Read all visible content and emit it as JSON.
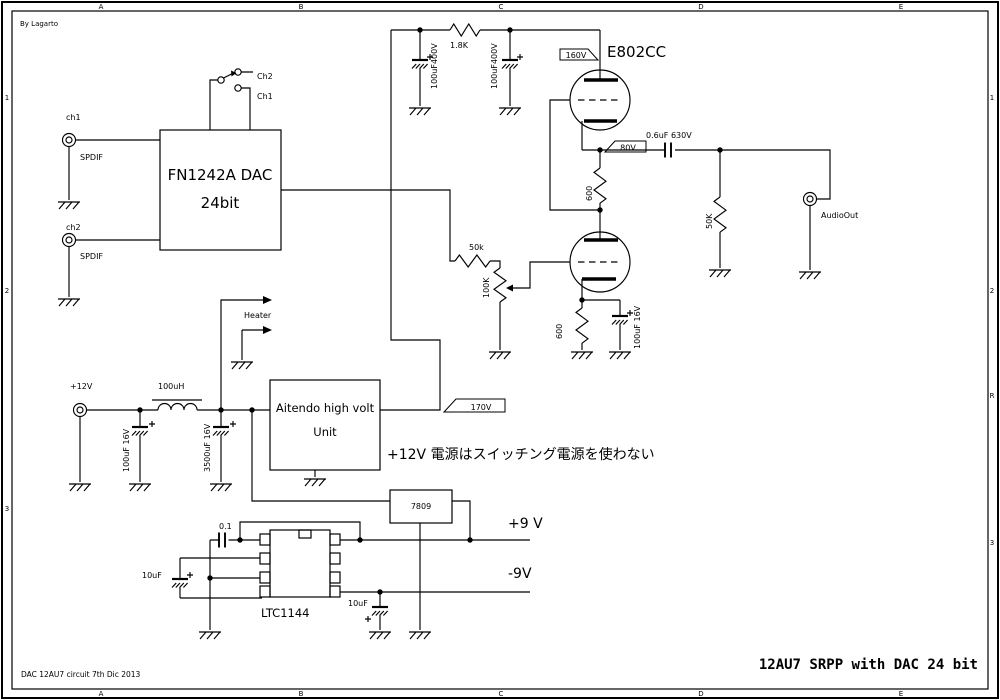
{
  "meta": {
    "author": "By Lagarto",
    "footer": "DAC 12AU7 circuit 7th Dic 2013",
    "title": "12AU7 SRPP with DAC 24 bit",
    "note_jp": "+12V 電源はスイッチング電源を使わない"
  },
  "frame": {
    "cols": [
      "A",
      "B",
      "C",
      "D",
      "E"
    ],
    "rows": [
      "1",
      "2",
      "3"
    ],
    "rev": "R"
  },
  "blocks": {
    "dac_line1": "FN1242A DAC",
    "dac_line2": "24bit",
    "tube": "E802CC",
    "psu_line1": "Aitendo high volt",
    "psu_line2": "Unit",
    "charge_pump": "LTC1144",
    "regulator": "7809"
  },
  "io": {
    "ch1": "ch1",
    "ch2": "ch2",
    "spdif": "SPDIF",
    "sw_ch2": "Ch2",
    "sw_ch1": "Ch1",
    "audio_out": "AudioOut",
    "heater": "Heater",
    "p12v": "+12V",
    "p9v": "+9 V",
    "n9v": "-9V"
  },
  "parts": {
    "r_plate": "1.8K",
    "cap_hv": "100uF400V",
    "cap_coupling": "0.6uF 630V",
    "r_grid": "50k",
    "pot": "100K",
    "r_cathode": "600",
    "cap_cathode": "100uF 16V",
    "r_load": "50K",
    "inductor": "100uH",
    "cap_12v": "100uF 16V",
    "cap_bulk": "3500uF 16V",
    "cap_pump": "0.1",
    "cap_10uf": "10uF"
  },
  "volts": {
    "v160": "160V",
    "v80": "80V",
    "v170": "170V"
  }
}
